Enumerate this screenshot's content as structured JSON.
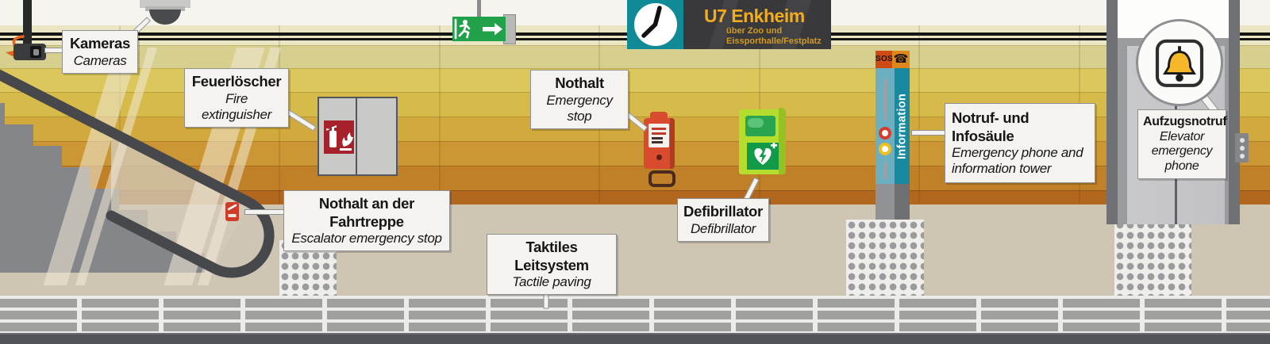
{
  "labels": {
    "kameras": {
      "de": "Kameras",
      "en": "Cameras"
    },
    "feuerloescher": {
      "de": "Feuerlöscher",
      "en": "Fire extinguisher"
    },
    "nothalt_fahrtreppe": {
      "de": "Nothalt an der Fahrtreppe",
      "en": "Escalator emergency stop"
    },
    "nothalt": {
      "de": "Nothalt",
      "en": "Emergency stop"
    },
    "defibrillator": {
      "de": "Defibrillator",
      "en": "Defibrillator"
    },
    "notruf_infosaeule": {
      "de": "Notruf- und Infosäule",
      "en": "Emergency phone and information tower"
    },
    "aufzugsnotruf": {
      "de": "Aufzugsnotruf",
      "en": "Elevator emergency phone"
    },
    "taktiles_leitsystem": {
      "de": "Taktiles Leitsystem",
      "en": "Tactile paving"
    }
  },
  "station_sign": {
    "line": "U7 Enkheim",
    "via_line1": "über Zoo und",
    "via_line2": "Eissporthalle/Festplatz"
  },
  "info_column": {
    "sos_label": "SOS",
    "column_label": "Information"
  },
  "icons": {
    "phone": "☎"
  },
  "colors": {
    "sign_teal": "#0f8a96",
    "sign_panel_dark": "#39393b",
    "sign_text_amber": "#f2ac1e",
    "exit_green": "#22a14b",
    "alarm_red": "#d84b2f",
    "extinguisher_sign_red": "#a6212c",
    "defib_lime": "#b5dd2e",
    "defib_green": "#119a47",
    "bell_yellow": "#f6b82a",
    "sos_block_red": "#cf4a17",
    "phone_block_orange": "#e0871c",
    "info_teal_light": "#6cafc0",
    "info_teal_dark": "#1789a0",
    "wall_yellow": "#dbc75c",
    "wall_orange_dark": "#b2671f",
    "floor_beige": "#cfc5b3",
    "track_gray": "#53545a"
  }
}
